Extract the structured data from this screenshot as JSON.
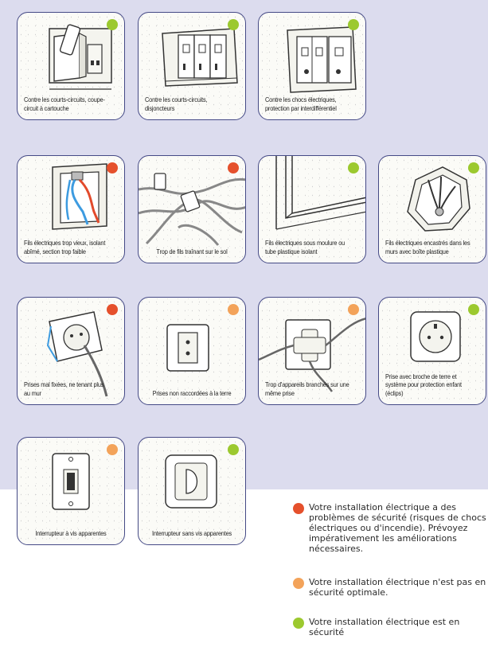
{
  "colors": {
    "red": "#e5502c",
    "orange": "#f3a35a",
    "green": "#9cc92f",
    "border": "#454a86",
    "background": "#dcdcee"
  },
  "cards": [
    {
      "caption": "Contre les courts-circuits, coupe-circuit à cartouche",
      "status": "green",
      "icon": "cartridge-fuse-icon"
    },
    {
      "caption": "Contre les courts-circuits, disjoncteurs",
      "status": "green",
      "icon": "circuit-breaker-icon"
    },
    {
      "caption": "Contre les chocs électriques, protection par interdifférentiel",
      "status": "green",
      "icon": "differential-switch-icon"
    },
    {
      "caption": "Fils électriques trop vieux, isolant abîmé, section trop faible",
      "status": "red",
      "icon": "damaged-wires-icon"
    },
    {
      "caption": "Trop de fils traînant sur le sol",
      "status": "red",
      "icon": "cables-on-floor-icon"
    },
    {
      "caption": "Fils électriques sous moulure ou tube plastique isolant",
      "status": "green",
      "icon": "cable-molding-icon"
    },
    {
      "caption": "Fils électriques encastrés dans les murs avec boîte plastique",
      "status": "green",
      "icon": "junction-box-icon"
    },
    {
      "caption": "Prises mal fixées, ne tenant plus au mur",
      "status": "red",
      "icon": "loose-socket-icon"
    },
    {
      "caption": "Prises non raccordées à la terre",
      "status": "orange",
      "icon": "ungrounded-socket-icon"
    },
    {
      "caption": "Trop d'appareils branchés sur une même prise",
      "status": "orange",
      "icon": "overloaded-adapter-icon"
    },
    {
      "caption": "Prise avec broche de terre et système pour protection enfant (éclips)",
      "status": "green",
      "icon": "safe-socket-icon"
    },
    {
      "caption": "Interrupteur à vis apparentes",
      "status": "orange",
      "icon": "exposed-screw-switch-icon"
    },
    {
      "caption": "Interrupteur sans vis apparentes",
      "status": "green",
      "icon": "modern-switch-icon"
    }
  ],
  "legend": [
    {
      "status": "red",
      "text": "Votre installation électrique a des problèmes de sécurité (risques de chocs électriques ou d'incendie). Prévoyez impérativement les améliorations nécessaires."
    },
    {
      "status": "orange",
      "text": "Votre installation électrique n'est pas en sécurité optimale."
    },
    {
      "status": "green",
      "text": "Votre installation électrique est en sécurité"
    }
  ]
}
